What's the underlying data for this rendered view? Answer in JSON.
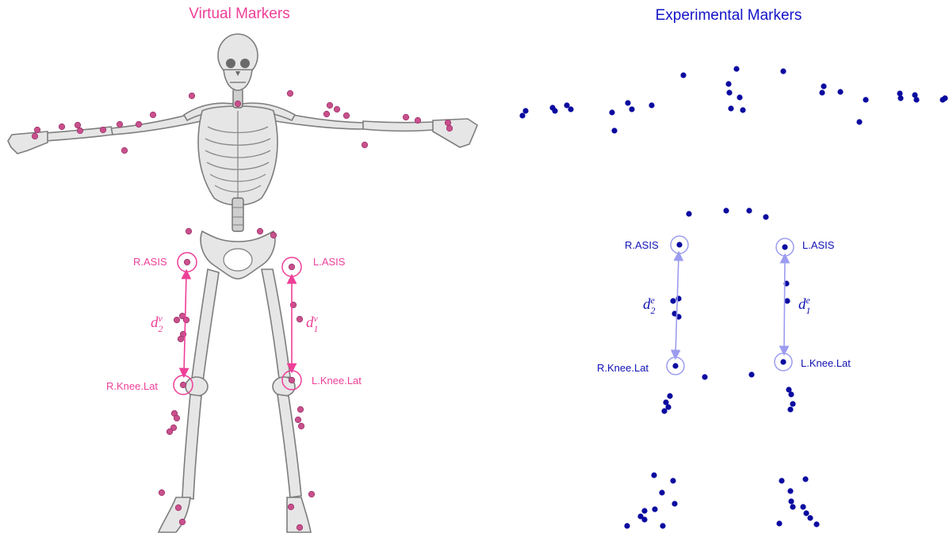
{
  "panels": {
    "virtual": {
      "title": "Virtual Markers",
      "color": "#ee3f98",
      "labels": {
        "r_asis": "R.ASIS",
        "l_asis": "L.ASIS",
        "r_knee": "R.Knee.Lat",
        "l_knee": "L.Knee.Lat"
      },
      "distances": {
        "d2": {
          "base": "d",
          "sub": "2",
          "sup": "v"
        },
        "d1": {
          "base": "d",
          "sub": "1",
          "sup": "v"
        }
      }
    },
    "experimental": {
      "title": "Experimental Markers",
      "color": "#1414c8",
      "arrow_color": "#9c9cf0",
      "labels": {
        "r_asis": "R.ASIS",
        "l_asis": "L.ASIS",
        "r_knee": "R.Knee.Lat",
        "l_knee": "L.Knee.Lat"
      },
      "distances": {
        "d2": {
          "base": "d",
          "sub": "2",
          "sup": "e"
        },
        "d1": {
          "base": "d",
          "sub": "1",
          "sup": "e"
        }
      }
    }
  },
  "colors": {
    "virtual_marker": "#c8508c",
    "experimental_marker": "#0a0aa0",
    "bone": "#e6e6e6"
  }
}
